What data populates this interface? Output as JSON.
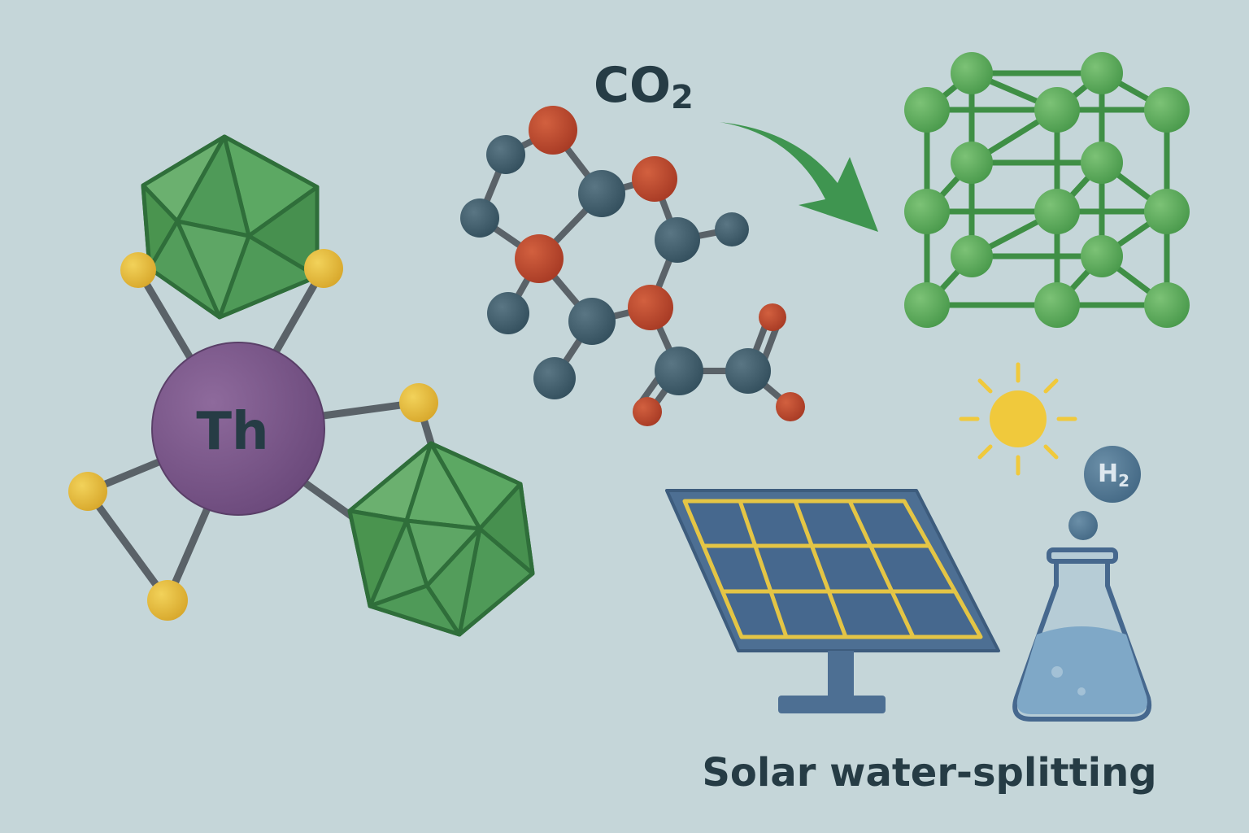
{
  "labels": {
    "thorium": "Th",
    "co2_main": "CO",
    "co2_sub": "2",
    "h2_main": "H",
    "h2_sub": "2",
    "caption": "Solar water-splitting"
  },
  "colors": {
    "background": "#c5d6d9",
    "cluster_green": "#4f9a58",
    "cluster_edge": "#2f6e3a",
    "thorium_purple": "#7d5a8c",
    "ligand_yellow": "#e3b93b",
    "carbon_grey": "#3f5a68",
    "oxygen_red": "#c0492f",
    "lattice_green": "#5cae5a",
    "panel_blue": "#4a6f98",
    "grid_yellow": "#e4c545",
    "sun_yellow": "#f0c93c",
    "flask_blue": "#8fb6cf",
    "text_dark": "#263c45"
  },
  "icons": {
    "thorium_complex": "thorium-boron-cluster-icon",
    "molecule": "co2-molecule-icon",
    "arrow": "curved-arrow-icon",
    "lattice": "crystal-lattice-icon",
    "sun": "sun-icon",
    "panel": "solar-panel-icon",
    "flask": "flask-icon",
    "h2": "h2-bubble-icon"
  }
}
